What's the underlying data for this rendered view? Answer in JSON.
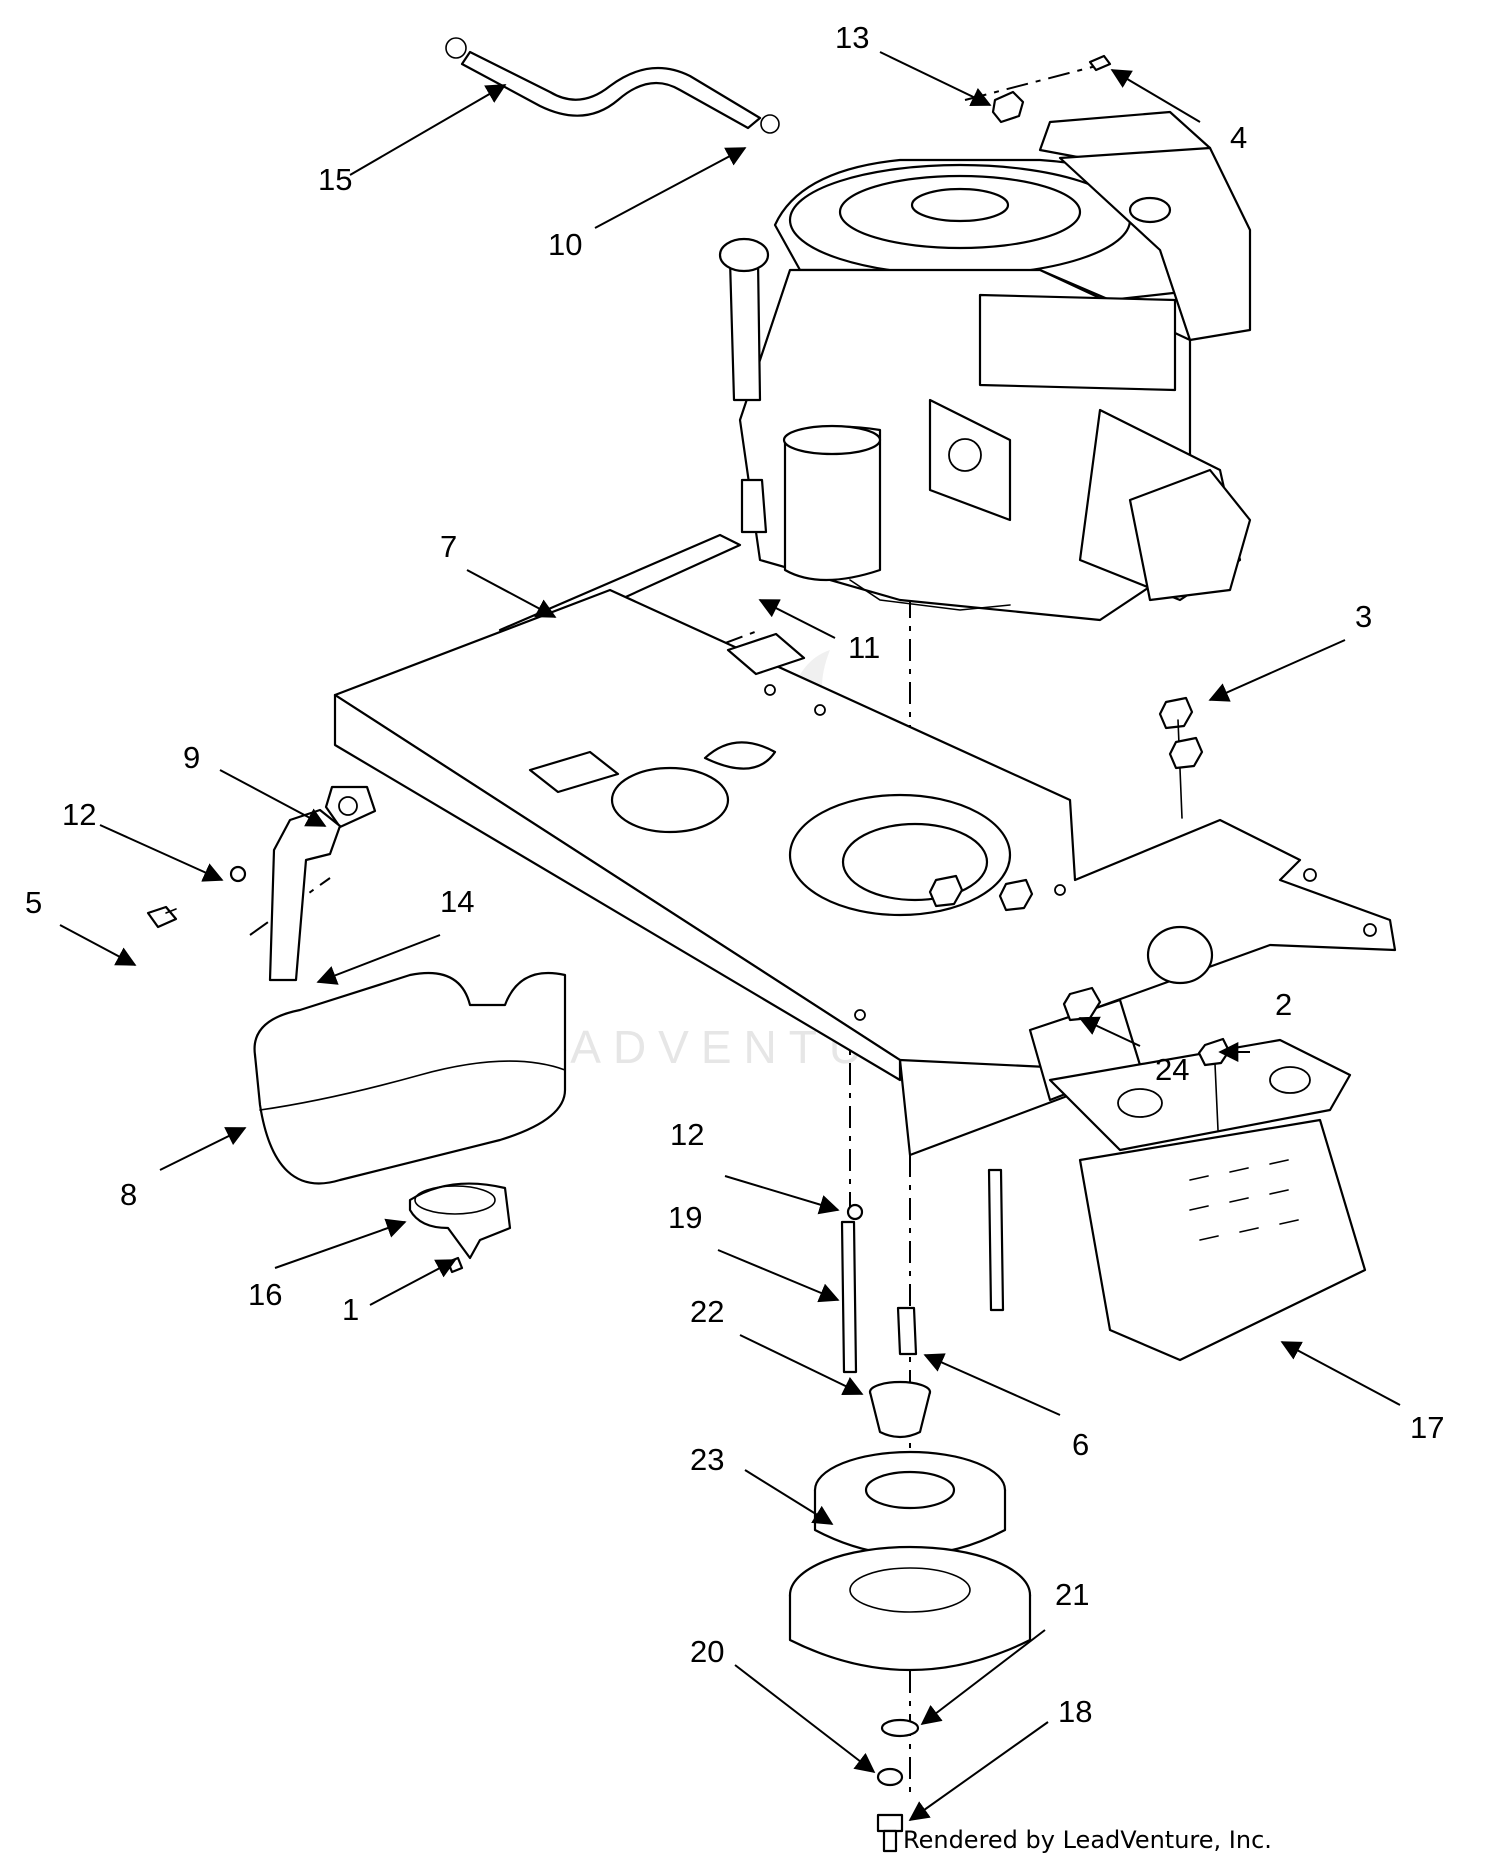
{
  "callouts": {
    "c1": "1",
    "c2": "2",
    "c3": "3",
    "c4": "4",
    "c5": "5",
    "c6": "6",
    "c7": "7",
    "c8": "8",
    "c9": "9",
    "c10": "10",
    "c11": "11",
    "c12a": "12",
    "c12b": "12",
    "c13": "13",
    "c14": "14",
    "c15": "15",
    "c16": "16",
    "c17": "17",
    "c18": "18",
    "c19": "19",
    "c20": "20",
    "c21": "21",
    "c22": "22",
    "c23": "23",
    "c24": "24"
  },
  "watermark": "LEADVENTURE",
  "footer": "Rendered by LeadVenture, Inc."
}
